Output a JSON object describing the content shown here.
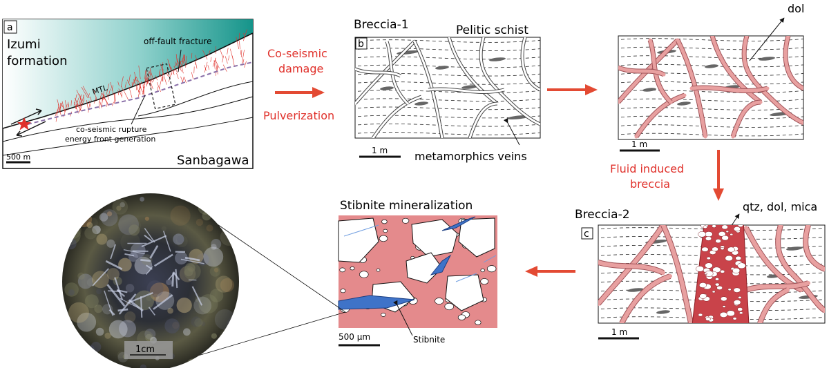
{
  "panel_a": {
    "letter": "a",
    "izumi_line1": "Izumi",
    "izumi_line2": "formation",
    "off_fault": "off-fault fracture",
    "mtl": "MTL",
    "rupture_line1": "co-seismic rupture",
    "rupture_line2": "energy front generation",
    "sanbagawa": "Sanbagawa",
    "scale": "500 m"
  },
  "process1": {
    "line1": "Co-seismic",
    "line2": "damage",
    "line3": "Pulverization"
  },
  "panel_b": {
    "title": "Breccia-1",
    "letter": "b",
    "pelitic": "Pelitic schist",
    "veins": "metamorphics veins",
    "scale": "1 m"
  },
  "panel_b2": {
    "dol": "dol",
    "scale": "1 m"
  },
  "process2": {
    "line1": "Fluid induced",
    "line2": "breccia"
  },
  "panel_c": {
    "title": "Breccia-2",
    "letter": "c",
    "minerals": "qtz, dol, mica",
    "scale": "1 m"
  },
  "panel_stib": {
    "title": "Stibnite mineralization",
    "stibnite": "Stibnite",
    "scale": "500 μm"
  },
  "photo": {
    "scale": "1cm"
  },
  "colors": {
    "teal": "#1a9a90",
    "vein_pink": "#e8a0a0",
    "breccia_red": "#c9434a",
    "matrix_pink": "#e48a8c",
    "stibnite_blue": "#3f73c8",
    "arrow_red": "#e34a33"
  }
}
